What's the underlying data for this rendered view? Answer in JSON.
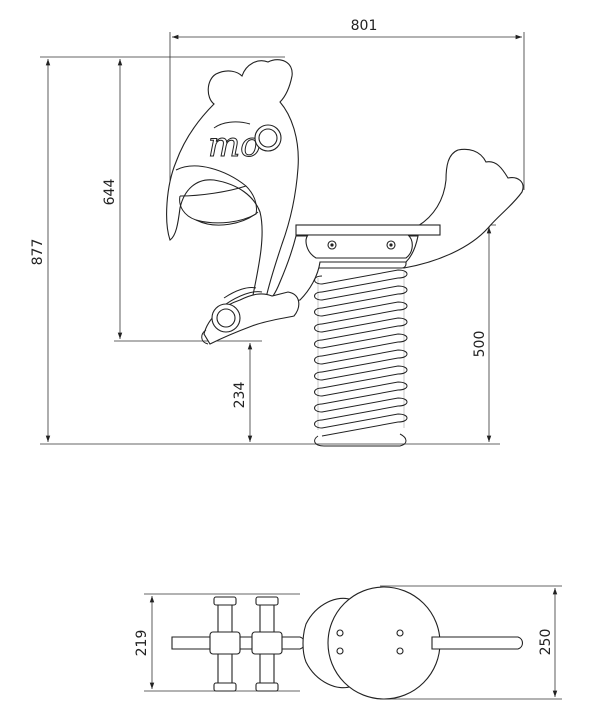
{
  "dimensions": {
    "width": "801",
    "overall_height": "877",
    "head_height": "644",
    "seat_height": "500",
    "handle_height": "234",
    "top_view_depth": "219",
    "seat_width": "250"
  },
  "logo_text": "mo"
}
